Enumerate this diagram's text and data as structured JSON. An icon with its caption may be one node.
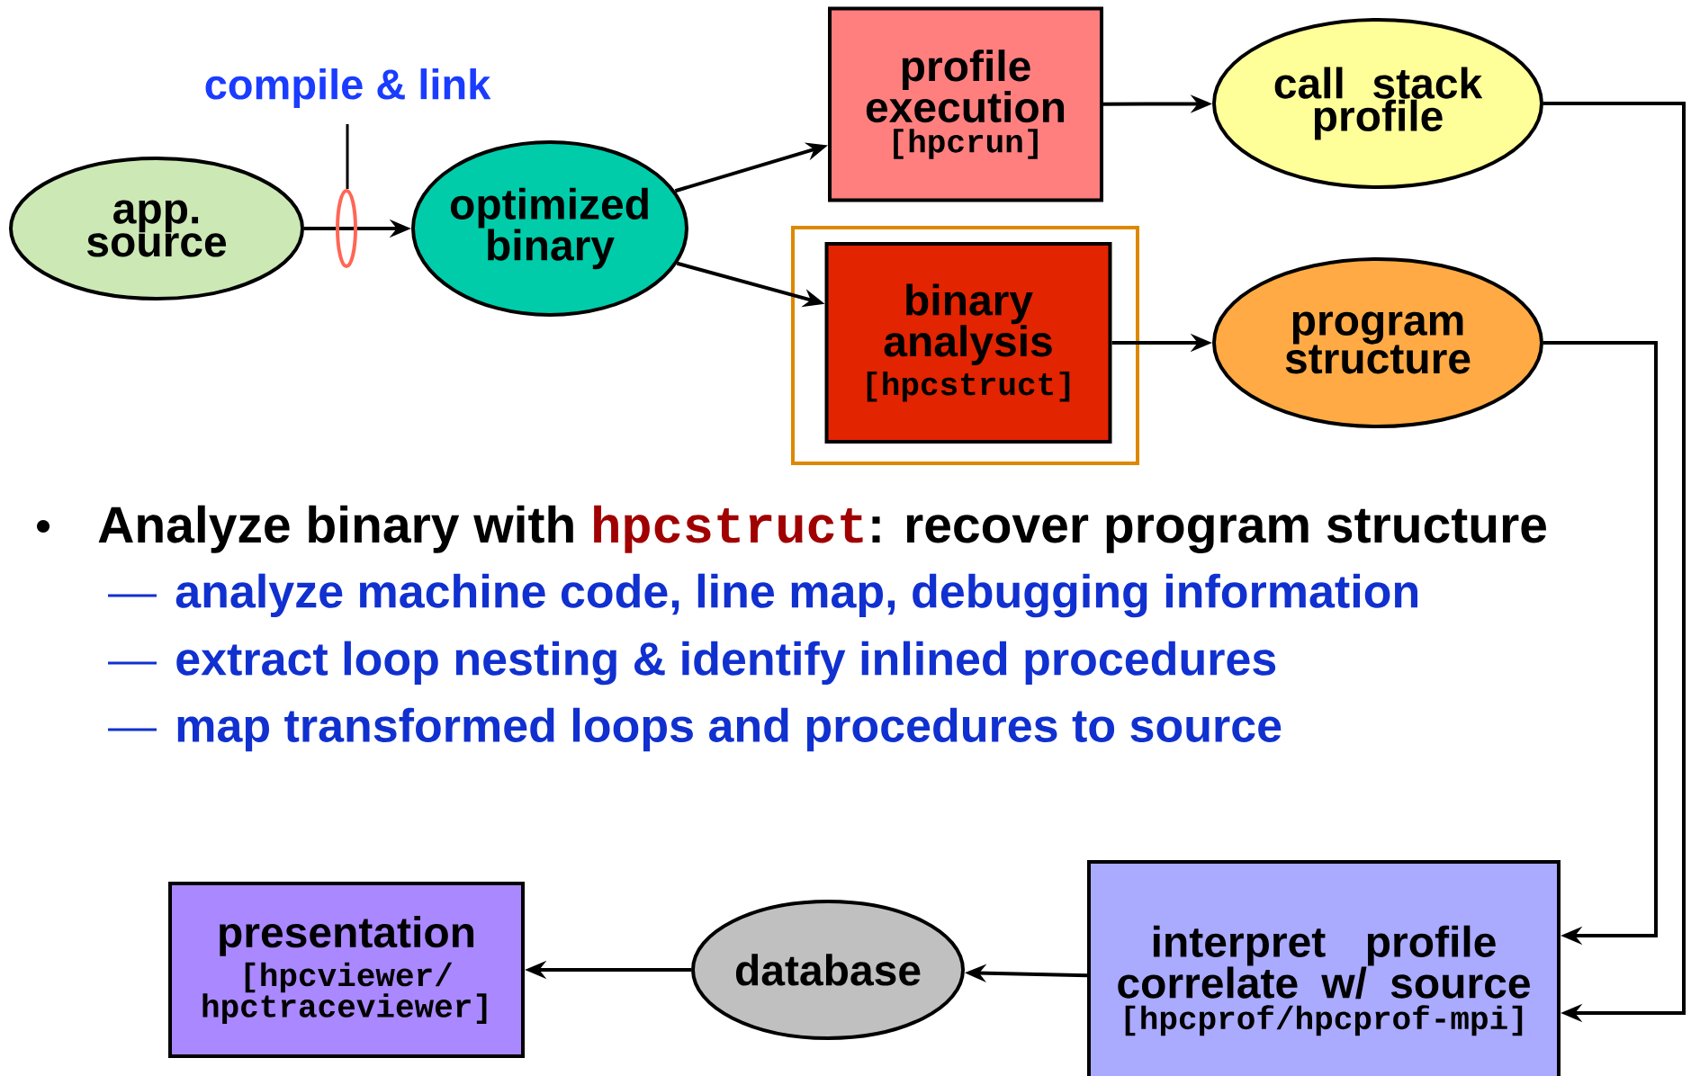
{
  "diagram": {
    "nodes": [
      {
        "text": [
          "app. source"
        ]
      },
      {
        "text": [
          "optimized binary"
        ]
      },
      {
        "text": [
          "profile execution",
          "[hpcrun]"
        ]
      },
      {
        "text": [
          "call stack profile"
        ]
      },
      {
        "text": [
          "binary analysis",
          "[hpcstruct]"
        ]
      },
      {
        "text": [
          "program structure"
        ]
      },
      {
        "text": [
          "presentation",
          "[hpcviewer/ hpctraceviewer]"
        ]
      },
      {
        "text": [
          "database"
        ]
      },
      {
        "text": [
          "interpret profile correlate w/ source",
          "[hpcprof/hpcprof-mpi]"
        ]
      }
    ],
    "edges": [
      {
        "from": 0,
        "to": 1,
        "arrow": "to"
      },
      {
        "from": 1,
        "to": 2,
        "arrow": "to"
      },
      {
        "from": 1,
        "to": 4,
        "arrow": "to"
      },
      {
        "from": 2,
        "to": 3,
        "arrow": "to"
      },
      {
        "from": 4,
        "to": 5,
        "arrow": "to"
      },
      {
        "from": 3,
        "to": 8,
        "arrow": "to"
      },
      {
        "from": 5,
        "to": 8,
        "arrow": "to"
      },
      {
        "from": 8,
        "to": 7,
        "arrow": "to"
      },
      {
        "from": 7,
        "to": 6,
        "arrow": "to"
      }
    ],
    "labels": [
      "compile & link",
      "Analyze binary with",
      "hpcstruct",
      ": recover program structure",
      "analyze machine code, line map, debugging information",
      "extract loop nesting & identify inlined procedures",
      "map transformed loops and procedures to source"
    ]
  }
}
